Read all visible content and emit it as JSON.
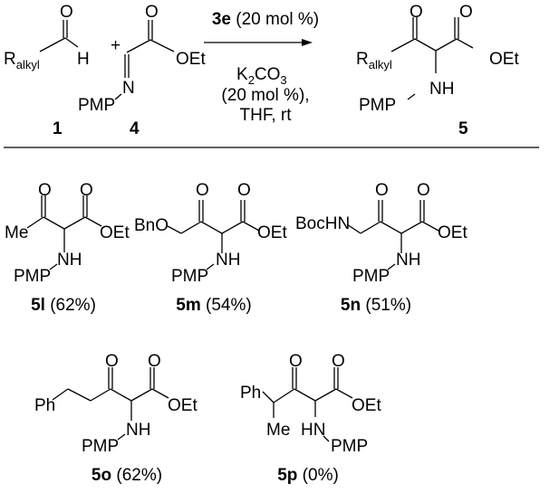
{
  "scheme": {
    "reactant1": {
      "r": "R",
      "r_sub": "alkyl",
      "o": "O",
      "h": "H",
      "label": "1"
    },
    "plus": "+",
    "reactant4": {
      "o": "O",
      "oet": "OEt",
      "n": "N",
      "pmp": "PMP",
      "label": "4"
    },
    "conditions": {
      "catalyst_bold": "3e",
      "catalyst_rest": " (20 mol %)",
      "base_k": "K",
      "base_k_sub": "2",
      "base_co": "CO",
      "base_co_sub": "3",
      "base_amount": "(20 mol %),",
      "solvent": "THF, rt"
    },
    "product5": {
      "r": "R",
      "r_sub": "alkyl",
      "o1": "O",
      "o2": "O",
      "oet": "OEt",
      "nh": "NH",
      "pmp": "PMP",
      "label": "5"
    }
  },
  "products": [
    {
      "id": "5l",
      "yield": " (62%)",
      "substituent": "Me",
      "o1": "O",
      "o2": "O",
      "oet": "OEt",
      "nh": "NH",
      "pmp": "PMP"
    },
    {
      "id": "5m",
      "yield": " (54%)",
      "substituent": "BnO",
      "o1": "O",
      "o2": "O",
      "oet": "OEt",
      "nh": "NH",
      "pmp": "PMP"
    },
    {
      "id": "5n",
      "yield": " (51%)",
      "substituent": "BocHN",
      "o1": "O",
      "o2": "O",
      "oet": "OEt",
      "nh": "NH",
      "pmp": "PMP"
    },
    {
      "id": "5o",
      "yield": " (62%)",
      "substituent": "Ph",
      "o1": "O",
      "o2": "O",
      "oet": "OEt",
      "nh": "NH",
      "pmp": "PMP"
    },
    {
      "id": "5p",
      "yield": " (0%)",
      "substituent": "Ph",
      "me": "Me",
      "o1": "O",
      "o2": "O",
      "oet": "OEt",
      "nh": "HN",
      "pmp": "PMP"
    }
  ]
}
